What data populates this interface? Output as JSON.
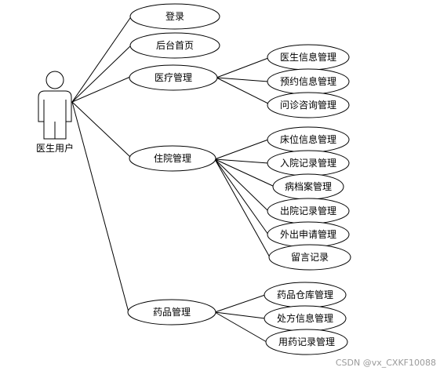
{
  "actor": {
    "label": "医生用户"
  },
  "use_cases": {
    "login": "登录",
    "home": "后台首页",
    "medical": "医疗管理",
    "inpatient": "住院管理",
    "drug": "药品管理"
  },
  "sub_cases": {
    "medical": [
      "医生信息管理",
      "预约信息管理",
      "问诊咨询管理"
    ],
    "inpatient": [
      "床位信息管理",
      "入院记录管理",
      "病档案管理",
      "出院记录管理",
      "外出申请管理",
      "留言记录"
    ],
    "drug": [
      "药品仓库管理",
      "处方信息管理",
      "用药记录管理"
    ]
  },
  "watermark": "CSDN @vx_CXKF10088"
}
